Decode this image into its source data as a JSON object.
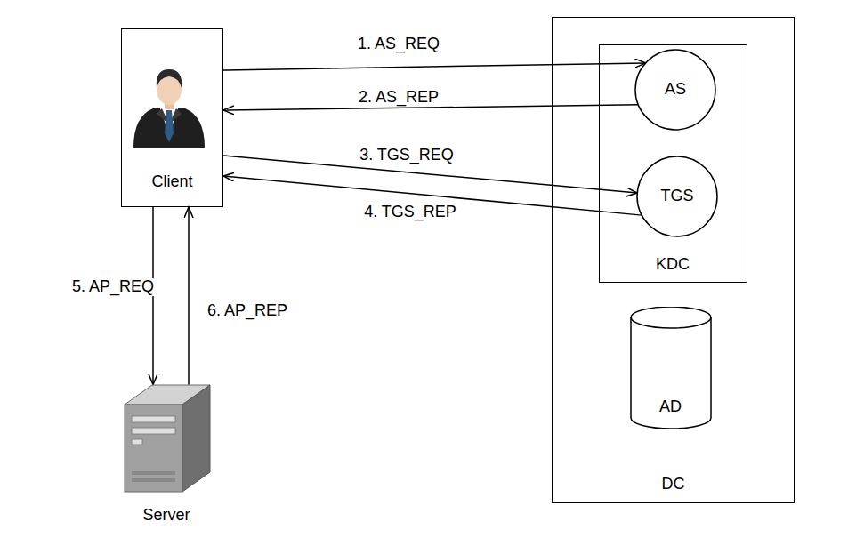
{
  "diagram": {
    "nodes": [
      {
        "text": [
          "Client"
        ]
      },
      {
        "text": [
          "DC"
        ]
      },
      {
        "text": [
          "KDC"
        ],
        "in": 1
      },
      {
        "text": [
          "AS"
        ],
        "in": 2
      },
      {
        "text": [
          "TGS"
        ],
        "in": 2
      },
      {
        "text": [
          "AD"
        ],
        "in": 1
      },
      {
        "text": [
          "Server"
        ]
      }
    ],
    "edges": [
      {
        "from": 0,
        "to": 3,
        "label": "1. AS_REQ",
        "arrow": "to"
      },
      {
        "from": 3,
        "to": 0,
        "label": "2. AS_REP",
        "arrow": "to"
      },
      {
        "from": 0,
        "to": 4,
        "label": "3. TGS_REQ",
        "arrow": "to"
      },
      {
        "from": 4,
        "to": 0,
        "label": "4. TGS_REP",
        "arrow": "to"
      },
      {
        "from": 0,
        "to": 6,
        "label": "5. AP_REQ",
        "arrow": "to"
      },
      {
        "from": 6,
        "to": 0,
        "label": "6. AP_REP",
        "arrow": "to"
      }
    ]
  }
}
